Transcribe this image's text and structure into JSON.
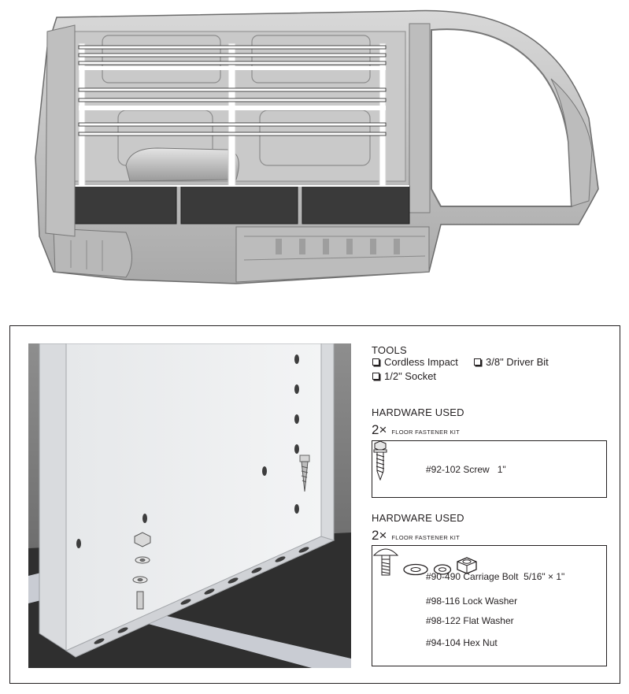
{
  "tools": {
    "title": "TOOLS",
    "items": [
      "Cordless Impact",
      "3/8\" Driver Bit",
      "1/2\" Socket"
    ]
  },
  "hardware_blocks": [
    {
      "title": "HARDWARE USED",
      "qty": "2×",
      "kit": "FLOOR FASTENER KIT",
      "parts": [
        {
          "label": "#92-102 Screw   1\"",
          "icon": "screw-icon"
        }
      ]
    },
    {
      "title": "HARDWARE USED",
      "qty": "2×",
      "kit": "FLOOR FASTENER KIT",
      "parts": [
        {
          "label": "#90-490 Carriage Bolt  5/16\" × 1\"",
          "icon": "carriage-bolt-icon"
        },
        {
          "label": "#98-116 Lock Washer",
          "icon": "lock-washer-icon"
        },
        {
          "label": "#98-122 Flat Washer",
          "icon": "flat-washer-icon"
        },
        {
          "label": "#94-104 Hex Nut",
          "icon": "hex-nut-icon"
        }
      ]
    }
  ]
}
